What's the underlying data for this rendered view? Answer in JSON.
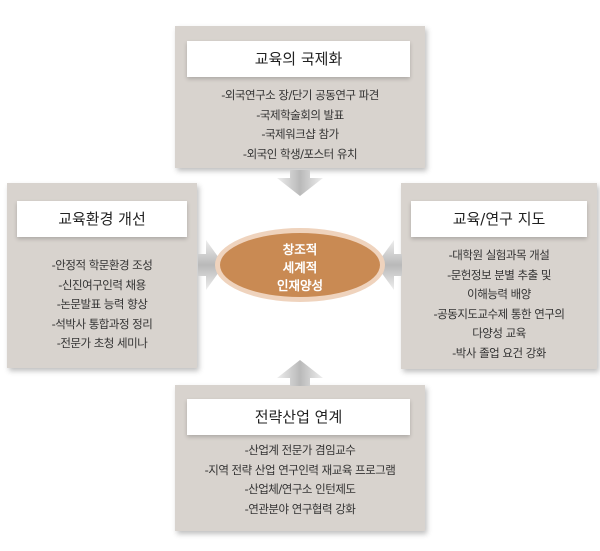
{
  "center": {
    "lines": [
      "창조적",
      "세계적",
      "인재양성"
    ],
    "color": "#c98a53"
  },
  "top": {
    "title": "교육의 국제화",
    "items": [
      "-외국연구소 장/단기 공동연구 파견",
      "-국제학술회의 발표",
      "-국제워크샵 참가",
      "-외국인 학생/포스터 유치"
    ]
  },
  "left": {
    "title": "교육환경 개선",
    "items": [
      "-안정적 학문환경 조성",
      "-신진여구인력 채용",
      "-논문발표 능력 향상",
      "-석박사 통합과정 정리",
      "-전문가 초청 세미나"
    ]
  },
  "right": {
    "title": "교육/연구 지도",
    "items": [
      "-대학원 실험과목 개설",
      "-문헌정보 분별 추출 및",
      "이해능력 배양",
      "-공동지도교수제 통한 연구의",
      "다양성 교육",
      "-박사 졸업 요건 강화"
    ]
  },
  "bottom": {
    "title": "전략산업 연계",
    "items": [
      "-산업계 전문가 겸임교수",
      "-지역 전략 산업 연구인력 재교육 프로그램",
      "-산업체/연구소 인턴제도",
      "-연관분야 연구협력 강화"
    ]
  }
}
